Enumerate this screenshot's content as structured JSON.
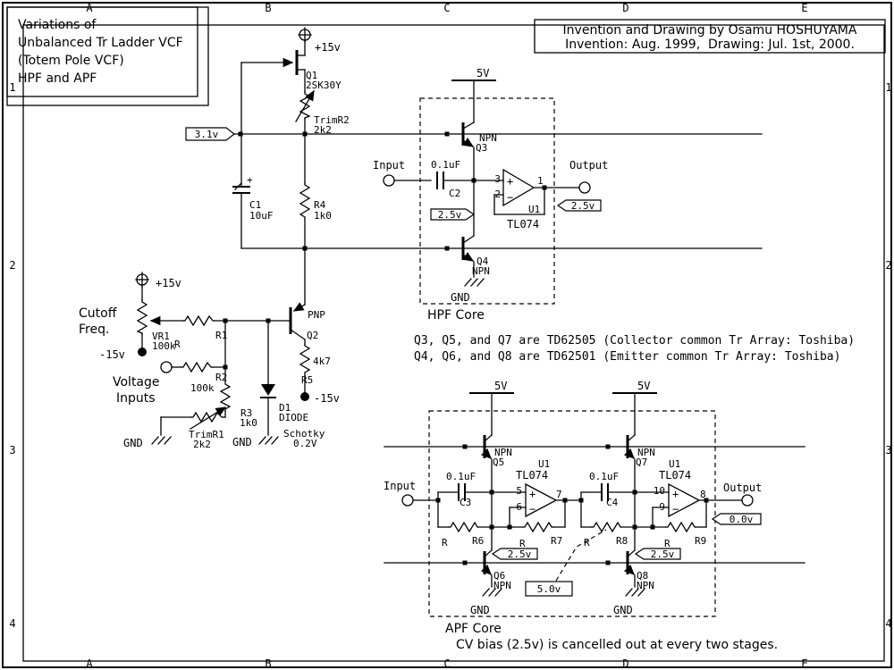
{
  "sheet": {
    "grid_cols": [
      "A",
      "B",
      "C",
      "D",
      "E"
    ],
    "grid_rows": [
      "1",
      "2",
      "3",
      "4"
    ],
    "title_lines": [
      "Variations of",
      "Unbalanced Tr Ladder VCF",
      "(Totem Pole VCF)",
      "HPF and APF"
    ],
    "credit_line1": "Invention and Drawing by Osamu HOSHUYAMA",
    "credit_line2": "Invention: Aug. 1999,  Drawing: Jul. 1st, 2000."
  },
  "colors": {
    "ink": "#000000",
    "paper": "#ffffff"
  },
  "labels": {
    "cutoff_1": "Cutoff",
    "cutoff_2": "Freq.",
    "vin_1": "Voltage",
    "vin_2": "Inputs",
    "hpf_core": "HPF Core",
    "apf_core": "APF Core",
    "note_1": "Q3, Q5, and Q7 are TD62505 (Collector common Tr Array: Toshiba)",
    "note_2": "Q4, Q6, and Q8 are TD62501 (Emitter common Tr Array: Toshiba)",
    "cv_note": "CV bias (2.5v) is cancelled out at every two stages."
  },
  "power": {
    "p15_a": "+15v",
    "p15_b": "+15v",
    "m15_a": "-15v",
    "m15_b": "-15v",
    "v5_a": "5V",
    "v5_b": "5V",
    "v5_c": "5V",
    "gnd_a": "GND",
    "gnd_b": "GND",
    "gnd_c": "GND",
    "gnd_d": "GND",
    "gnd_e": "GND"
  },
  "io": {
    "in_hpf": "Input",
    "out_hpf": "Output",
    "in_apf": "Input",
    "out_apf": "Output"
  },
  "flags": {
    "v31": "3.1v",
    "v25_a": "2.5v",
    "v25_b": "2.5v",
    "v25_c": "2.5v",
    "v25_d": "2.5v",
    "v50": "5.0v",
    "v00": "0.0v"
  },
  "parts": {
    "q1": {
      "ref": "Q1",
      "val": "2SK30Y"
    },
    "trimr2": {
      "ref": "TrimR2",
      "val": "2k2"
    },
    "c1": {
      "ref": "C1",
      "val": "10uF",
      "pol": "+"
    },
    "r4": {
      "ref": "R4",
      "val": "1k0"
    },
    "q2": {
      "ref": "Q2",
      "type": "PNP"
    },
    "r5": {
      "ref": "R5",
      "val": "4k7"
    },
    "vr1": {
      "ref": "VR1",
      "val": "100k"
    },
    "r1": {
      "ref": "R1",
      "val": "R"
    },
    "r2": {
      "ref": "R2",
      "val": "100k"
    },
    "r3": {
      "ref": "R3",
      "val": "1k0"
    },
    "trimr1": {
      "ref": "TrimR1",
      "val": "2k2"
    },
    "d1": {
      "ref": "D1",
      "val": "DIODE",
      "note1": "Schotky",
      "note2": "0.2V"
    },
    "q3": {
      "ref": "Q3",
      "type": "NPN"
    },
    "q4": {
      "ref": "Q4",
      "type": "NPN"
    },
    "q5": {
      "ref": "Q5",
      "type": "NPN"
    },
    "q6": {
      "ref": "Q6",
      "type": "NPN"
    },
    "q7": {
      "ref": "Q7",
      "type": "NPN"
    },
    "q8": {
      "ref": "Q8",
      "type": "NPN"
    },
    "c2": {
      "ref": "C2",
      "val": "0.1uF"
    },
    "c3": {
      "ref": "C3",
      "val": "0.1uF"
    },
    "c4": {
      "ref": "C4",
      "val": "0.1uF"
    },
    "r6": {
      "ref": "R6",
      "val": "R"
    },
    "r7": {
      "ref": "R7",
      "val": "R"
    },
    "r8": {
      "ref": "R8",
      "val": "R"
    },
    "r9": {
      "ref": "R9",
      "val": "R"
    }
  },
  "opamps": {
    "plus": "+",
    "minus": "−",
    "a": {
      "ref": "U1",
      "val": "TL074",
      "pin_in_p": "3",
      "pin_in_m": "2",
      "pin_out": "1"
    },
    "b": {
      "ref": "U1",
      "val": "TL074",
      "pin_in_p": "5",
      "pin_in_m": "6",
      "pin_out": "7"
    },
    "c": {
      "ref": "U1",
      "val": "TL074",
      "pin_in_p": "10",
      "pin_in_m": "9",
      "pin_out": "8"
    }
  }
}
